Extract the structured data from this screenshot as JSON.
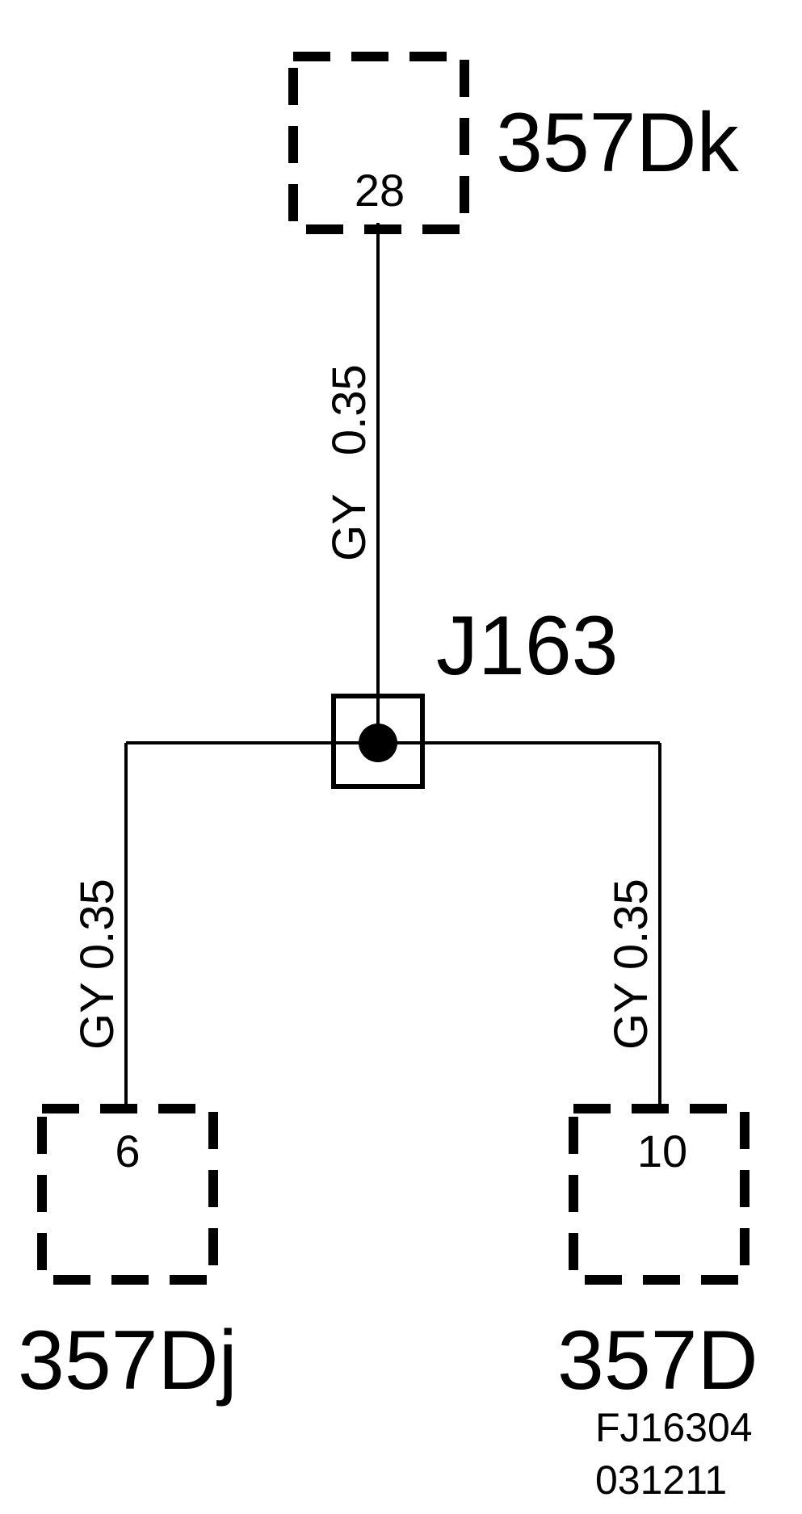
{
  "connectors": {
    "top": {
      "name": "357Dk",
      "pin": "28"
    },
    "left": {
      "name": "357Dj",
      "pin": "6"
    },
    "right": {
      "name": "357D",
      "pin": "10"
    }
  },
  "splice": {
    "name": "J163"
  },
  "wires": {
    "top": {
      "color": "GY",
      "size": "0.35"
    },
    "left": {
      "color": "GY",
      "size": "0.35"
    },
    "right": {
      "color": "GY",
      "size": "0.35"
    }
  },
  "footer": {
    "figure_id": "FJ16304",
    "date_code": "031211"
  }
}
